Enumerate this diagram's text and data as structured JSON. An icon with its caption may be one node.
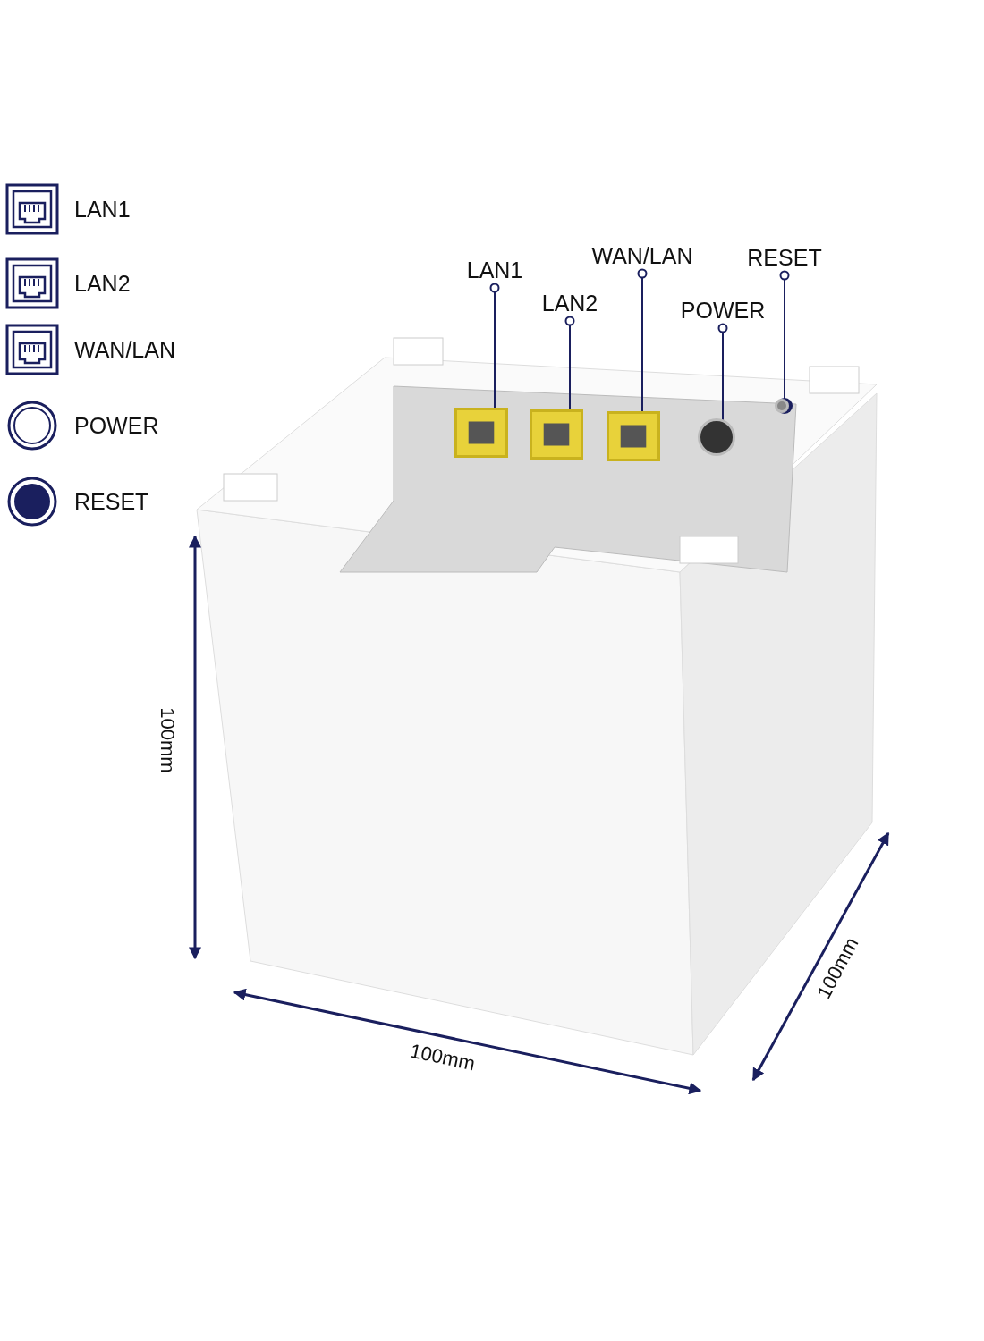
{
  "diagram": {
    "nodes": [
      {
        "text": [
          "LAN1"
        ]
      },
      {
        "text": [
          "LAN2"
        ]
      },
      {
        "text": [
          "WAN/LAN"
        ]
      },
      {
        "text": [
          "POWER"
        ]
      },
      {
        "text": [
          "RESET"
        ]
      },
      {
        "text": [],
        "shape": "box"
      },
      {
        "text": [],
        "shape": "box"
      },
      {
        "text": [],
        "shape": "box"
      },
      {
        "text": [],
        "shape": "circle"
      },
      {
        "text": [],
        "shape": "circle"
      }
    ],
    "edges": [
      {
        "from": 0,
        "to": 5,
        "arrow": "other"
      },
      {
        "from": 1,
        "to": 6,
        "arrow": "other"
      },
      {
        "from": 2,
        "to": 7,
        "arrow": "other"
      },
      {
        "from": 3,
        "to": 8,
        "arrow": "other"
      },
      {
        "from": 4,
        "to": 9,
        "arrow": "other"
      }
    ],
    "labels": [
      "100mm",
      "100mm",
      "100mm"
    ],
    "legend": [
      {
        "text": "LAN1"
      },
      {
        "text": "LAN2"
      },
      {
        "text": "WAN/LAN"
      },
      {
        "text": "POWER"
      },
      {
        "text": "RESET"
      }
    ]
  }
}
